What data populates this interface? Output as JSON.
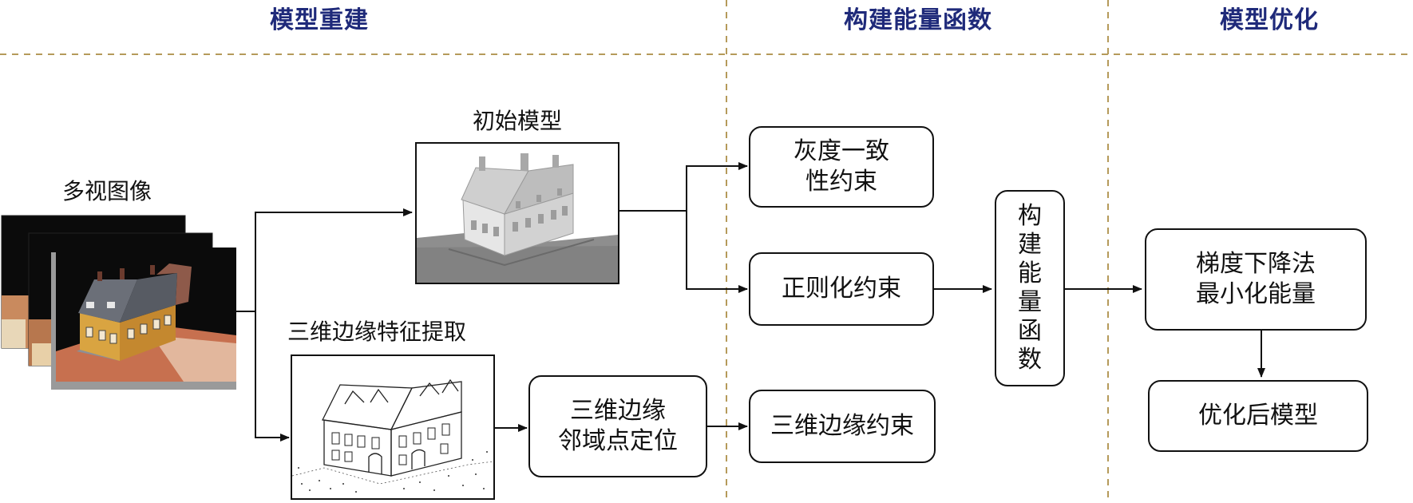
{
  "sections": {
    "reconstruction": "模型重建",
    "energy": "构建能量函数",
    "optimization": "模型优化"
  },
  "captions": {
    "multiview": "多视图像",
    "initial_model": "初始模型",
    "edge_extraction": "三维边缘特征提取"
  },
  "boxes": {
    "gray_constraint": [
      "灰度一致",
      "性约束"
    ],
    "regularization": "正则化约束",
    "edge_constraint": "三维边缘约束",
    "edge_locate": [
      "三维边缘",
      "邻域点定位"
    ],
    "energy_function": [
      "构",
      "建",
      "能",
      "量",
      "函",
      "数"
    ],
    "gradient_descent": [
      "梯度下降法",
      "最小化能量"
    ],
    "optimized_model": "优化后模型"
  },
  "colors": {
    "section_title": "#1f2a7a",
    "divider": "#b59a5a",
    "house_wall": "#d9a441",
    "house_roof": "#6b6f78"
  }
}
